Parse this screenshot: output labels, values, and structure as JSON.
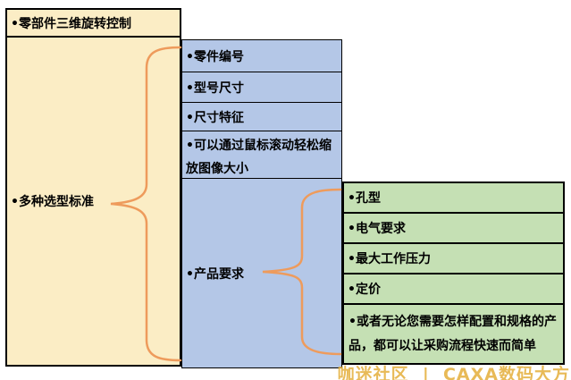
{
  "diagram": {
    "root": "•零部件三维旋转控制",
    "parent": "•多种选型标准",
    "blue_items": [
      "•零件编号",
      "•型号尺寸",
      "•尺寸特征",
      "•可以通过鼠标滚动轻松缩放图像大小",
      "•产品要求"
    ],
    "green_items": [
      "•孔型",
      "•电气要求",
      "•最大工作压力",
      "•定价",
      "•或者无论您需要怎样配置和规格的产品，都可以让采购流程快速而简单"
    ]
  },
  "watermark": "咖迷社区  |  CAXA数码大方",
  "colors": {
    "yellow": "#FBEDC5",
    "blue": "#B4C7E7",
    "green": "#C5E0B4",
    "brace": "#EE9B5C",
    "watermark": "#E4AE3A",
    "border": "#000000",
    "background": "#FFFFFF"
  }
}
